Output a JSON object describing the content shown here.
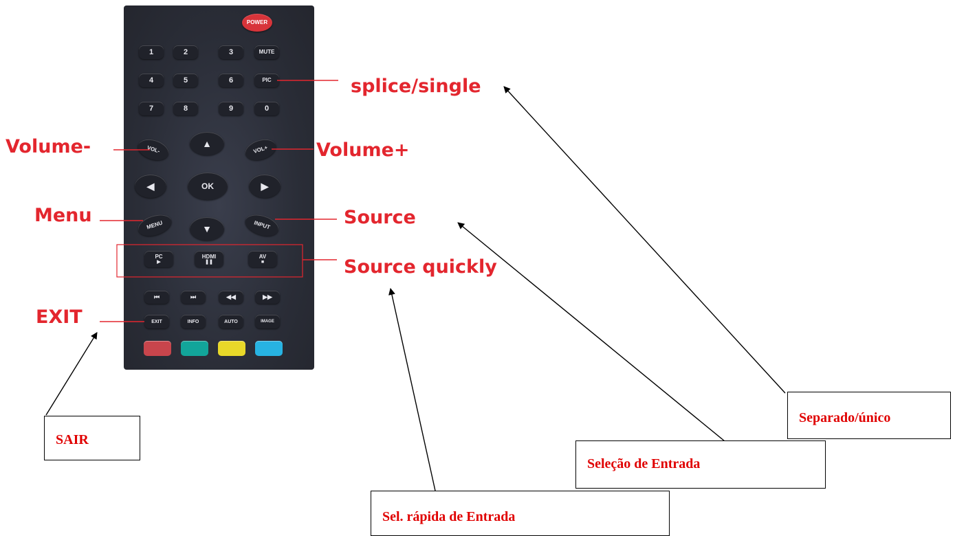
{
  "remote": {
    "power": "POWER",
    "row1": [
      "1",
      "2",
      "3",
      "MUTE"
    ],
    "row2": [
      "4",
      "5",
      "6",
      "PIC"
    ],
    "row3": [
      "7",
      "8",
      "9",
      "0"
    ],
    "vol_minus": "VOL-",
    "vol_plus": "VOL+",
    "ok": "OK",
    "menu": "MENU",
    "input": "INPUT",
    "pc": "PC",
    "hdmi": "HDMI",
    "av": "AV",
    "exit": "EXIT",
    "info": "INFO",
    "auto": "AUTO",
    "image": "IMAGE",
    "color_buttons": [
      "#c8454c",
      "#12a59a",
      "#e8d829",
      "#27b3e2"
    ]
  },
  "labels": {
    "splice": "splice/single",
    "volume_minus": "Volume-",
    "volume_plus": "Volume+",
    "menu": "Menu",
    "source": "Source",
    "source_quickly": "Source quickly",
    "exit": "EXIT"
  },
  "translations": {
    "sair": "SAIR",
    "separado": "Separado/único",
    "selecao": "Seleção de Entrada",
    "sel_rapida": "Sel. rápida de Entrada"
  }
}
